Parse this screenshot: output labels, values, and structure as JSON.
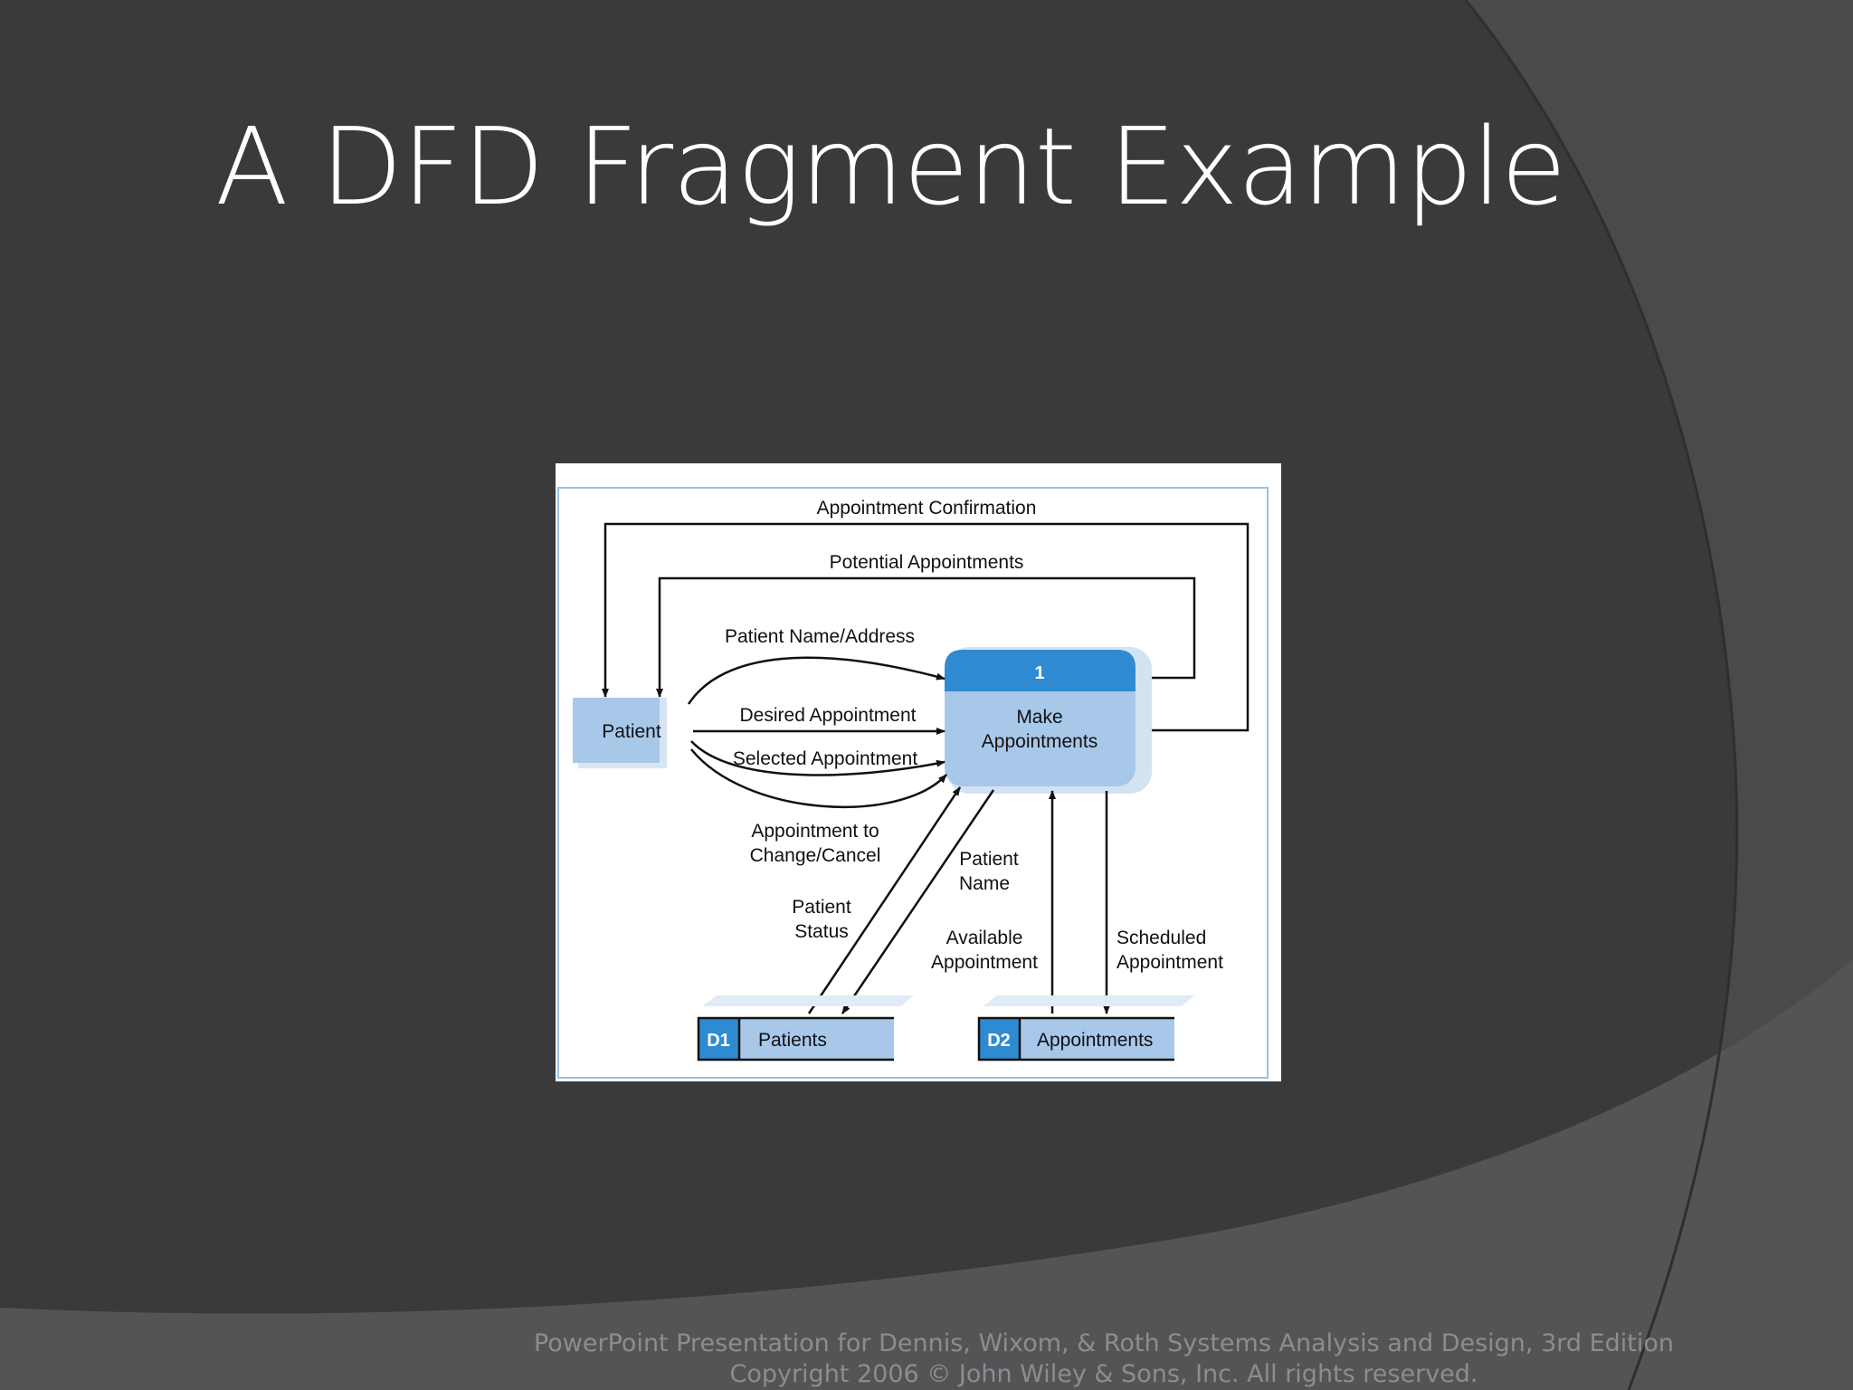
{
  "slide": {
    "title": "A DFD Fragment Example",
    "footer_line1": "PowerPoint Presentation for Dennis, Wixom, & Roth Systems Analysis and Design, 3rd Edition",
    "footer_line2": "Copyright 2006 © John Wiley & Sons, Inc.  All rights reserved."
  },
  "colors": {
    "background": "#3a3a3c",
    "accent_shape": "#4d4d50",
    "title_text": "#ffffff",
    "footer_text": "#8d8d90",
    "entity_fill": "#a8c8ea",
    "process_header": "#2f8bd1",
    "process_body": "#a8c8ea"
  },
  "diagram": {
    "external_entity": {
      "label": "Patient"
    },
    "process": {
      "id": "1",
      "name_line1": "Make",
      "name_line2": "Appointments"
    },
    "stores": [
      {
        "id": "D1",
        "name": "Patients"
      },
      {
        "id": "D2",
        "name": "Appointments"
      }
    ],
    "flows": {
      "appointment_confirmation": "Appointment Confirmation",
      "potential_appointments": "Potential Appointments",
      "patient_name_address": "Patient Name/Address",
      "desired_appointment": "Desired Appointment",
      "selected_appointment": "Selected Appointment",
      "appointment_to_change_l1": "Appointment to",
      "appointment_to_change_l2": "Change/Cancel",
      "patient_name_l1": "Patient",
      "patient_name_l2": "Name",
      "patient_status_l1": "Patient",
      "patient_status_l2": "Status",
      "available_appointment_l1": "Available",
      "available_appointment_l2": "Appointment",
      "scheduled_appointment_l1": "Scheduled",
      "scheduled_appointment_l2": "Appointment"
    }
  }
}
